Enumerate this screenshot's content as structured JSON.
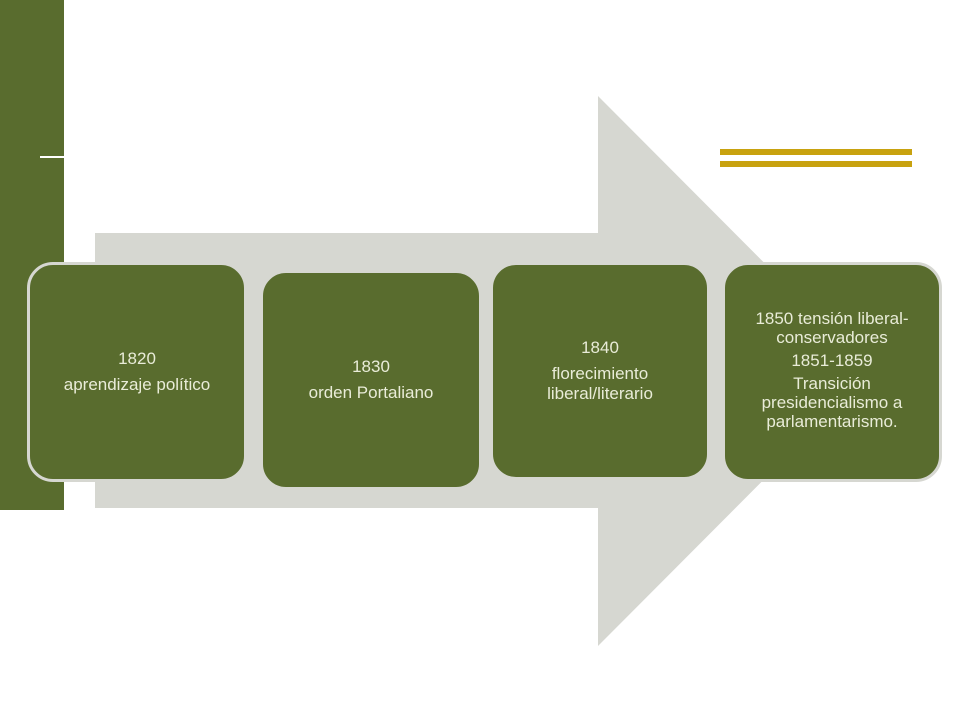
{
  "colors": {
    "green": "#596c2e",
    "arrow": "#d6d7d1",
    "gold": "#c8a20f",
    "box_text": "#e9ecd8"
  },
  "timeline": [
    {
      "year": "1820",
      "label": "aprendizaje  político"
    },
    {
      "year": "1830",
      "label": "orden  Portaliano"
    },
    {
      "year": "1840",
      "label": "florecimiento liberal/literario"
    },
    {
      "line1": "1850 tensión liberal-conservadores",
      "line2": "1851-1859",
      "line3": "Transición presidencialismo a parlamentarismo."
    }
  ]
}
